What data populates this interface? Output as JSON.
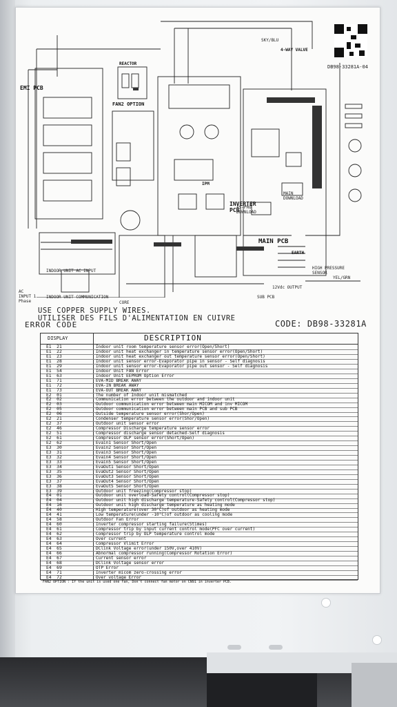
{
  "label": {
    "doc_code_top": "DB98-33281A-04",
    "boards": {
      "emi_pcb": "EMI PCB",
      "fan2_option": "FAN2 OPTION",
      "inverter_pcb": "INVERTER PCB",
      "main_pcb": "MAIN PCB",
      "reactor": "REACTOR",
      "ipm": "IPM",
      "valve": "4-WAY VALVE",
      "earth": "EARTH",
      "indoor_unit_ac_input": "INDOOR UNIT AC INPUT",
      "indoor_unit_communication": "INDOOR UNIT COMMUNICATION",
      "ac_input_1phase": "AC INPUT 1 Phase",
      "core": "CORE",
      "high_pressure_sensor": "HIGH PRESSURE SENSOR",
      "output_12v": "12Vdc OUTPUT",
      "sub_pcb": "SUB PCB",
      "as_pro_download": "AS-PRO DOWNLOAD",
      "main_download": "MAIN DOWNLOAD",
      "yel_grn": "YEL/GRN",
      "sky_blu": "SKY/BLU"
    },
    "warning_en": "USE COPPER SUPPLY WIRES.",
    "warning_fr": "UTILISER DES FILS D'ALIMENTATION EN CUIVRE",
    "error_code_title": "ERROR CODE",
    "code_ref": "CODE: DB98-33281A",
    "col_display": "DISPLAY",
    "col_description": "DESCRIPTION",
    "fan_option_note": "FAN2 OPTION : If the unit is used one fan, Don't connect fan motor on CN91 in inverter PCB."
  },
  "error_rows": [
    {
      "code": "E1  21",
      "desc": "Indoor unit room temperature sensor error(Open/Short)"
    },
    {
      "code": "E1  22",
      "desc": "Indoor unit heat exchanger in temperature sensor error(Open/Short)"
    },
    {
      "code": "E1  23",
      "desc": "Indoor unit heat exchanger out temperature sensor error(Open/Short)"
    },
    {
      "code": "E1  28",
      "desc": "Indoor unit sensor error-Evaporator pipe in sensor - Self diagnosis"
    },
    {
      "code": "E1  29",
      "desc": "Indoor unit sensor error-Evaporator pipe out sensor - Self diagnosis"
    },
    {
      "code": "E1  54",
      "desc": "Indoor Unit FAN Error"
    },
    {
      "code": "E1  63",
      "desc": "Indoor Unit EEPROM Option Error"
    },
    {
      "code": "E1  71",
      "desc": "EVA-MID BREAK AWAY"
    },
    {
      "code": "E1  72",
      "desc": "EVA-IN BREAK AWAY"
    },
    {
      "code": "E1  73",
      "desc": "EVA-OUT BREAK AWAY"
    },
    {
      "code": "E2  01",
      "desc": "The number of Indoor unit mismatched"
    },
    {
      "code": "E2  02",
      "desc": "Communication error between the outdoor and indoor unit"
    },
    {
      "code": "E2  03",
      "desc": "Outdoor communication error between main MICOM and inv MICOM"
    },
    {
      "code": "E2  05",
      "desc": "Outdoor communication error between main PCB and sub PCB"
    },
    {
      "code": "E2  06",
      "desc": "Outside temperature sensor error(Shor/Open)"
    },
    {
      "code": "E2  21",
      "desc": "Condenser temperature sensor error(Shor/Open)"
    },
    {
      "code": "E2  37",
      "desc": "Outdoor unit sensor error"
    },
    {
      "code": "E2  46",
      "desc": "Compressor Discharge temperature sensor error"
    },
    {
      "code": "E2  51",
      "desc": "Compressor discharge sensor detached-Self diagnosis"
    },
    {
      "code": "E2  61",
      "desc": "Compressor OLP sensor error(Short/Open)"
    },
    {
      "code": "E2  62",
      "desc": "Evain1 Sensor Short/Open"
    },
    {
      "code": "E3  30",
      "desc": "Evain2 Sensor Short/Open"
    },
    {
      "code": "E3  31",
      "desc": "Evain3 Sensor Short/Open"
    },
    {
      "code": "E3  32",
      "desc": "Evain4 Sensor Short/Open"
    },
    {
      "code": "E3  33",
      "desc": "Evain5 Sensor Short/Open"
    },
    {
      "code": "E3  34",
      "desc": "EvaOut1 Sensor Short/Open"
    },
    {
      "code": "E3  35",
      "desc": "EvaOut2 Sensor Short/Open"
    },
    {
      "code": "E3  36",
      "desc": "EvaOut3 Sensor Short/Open"
    },
    {
      "code": "E3  37",
      "desc": "EvaOut4 Sensor Short/Open"
    },
    {
      "code": "E3  38",
      "desc": "EvaOut5 Sensor Short/Open"
    },
    {
      "code": "E3  39",
      "desc": "Outdoor unit freezing(Compressor stop)"
    },
    {
      "code": "E4  01",
      "desc": "Outdoor unit overload-Safety control(Compressor stop)"
    },
    {
      "code": "E4  04",
      "desc": "Outdoor unit high discharge temperature-Safety control(Compressor stop)"
    },
    {
      "code": "E4  16",
      "desc": "Outdoor unit high discharge temperature as heating mode"
    },
    {
      "code": "E4  40",
      "desc": "High temperature(over 30°C)of outdoor as heating mode"
    },
    {
      "code": "E4  41",
      "desc": "Low temperature(under -10°C)of outdoor as cooling mode"
    },
    {
      "code": "E4  58",
      "desc": "Outdoor Fan Error"
    },
    {
      "code": "E4  60",
      "desc": "Inverter compressor starting failure(5times)"
    },
    {
      "code": "E4  61",
      "desc": "Compressor trip by input current control mode(PFC over current)"
    },
    {
      "code": "E4  62",
      "desc": "Compressor trip by OLP temperature control mode"
    },
    {
      "code": "E4  63",
      "desc": "Over current"
    },
    {
      "code": "E4  64",
      "desc": "Compressor Vlimit Error"
    },
    {
      "code": "E4  65",
      "desc": "DClink Voltage error(under 150V,over 410V)"
    },
    {
      "code": "E4  66",
      "desc": "Abnormal compressor running(Compressor Rotation Error)"
    },
    {
      "code": "E4  67",
      "desc": "Current sensor error"
    },
    {
      "code": "E4  68",
      "desc": "DClink Voltage sensor error"
    },
    {
      "code": "E4  69",
      "desc": "OTP Error"
    },
    {
      "code": "E4  71",
      "desc": "Inverter micom zero-crossing error"
    },
    {
      "code": "E4  72",
      "desc": "Over voltage Error"
    }
  ]
}
